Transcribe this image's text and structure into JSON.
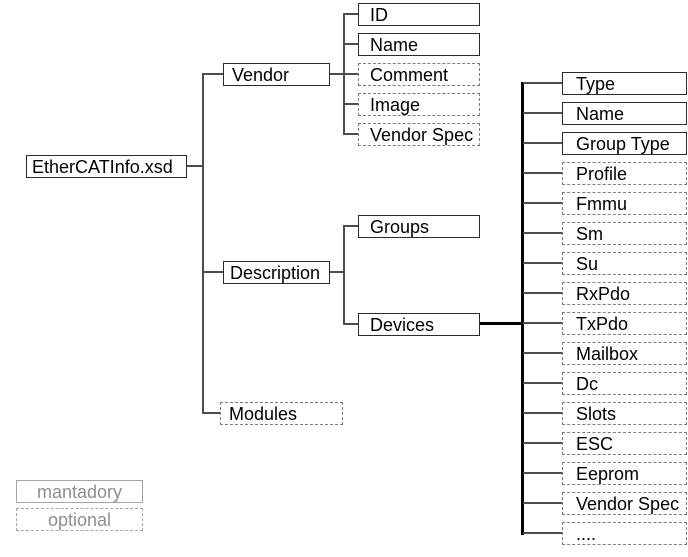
{
  "tree": {
    "root": {
      "label": "EtherCATInfo.xsd",
      "optional": false
    },
    "level1": [
      {
        "label": "Vendor",
        "optional": false
      },
      {
        "label": "Description",
        "optional": false
      },
      {
        "label": "Modules",
        "optional": true
      }
    ],
    "vendor_children": [
      {
        "label": "ID",
        "optional": false
      },
      {
        "label": "Name",
        "optional": false
      },
      {
        "label": "Comment",
        "optional": true
      },
      {
        "label": "Image",
        "optional": true
      },
      {
        "label": "Vendor Spec",
        "optional": true
      }
    ],
    "description_children": [
      {
        "label": "Groups",
        "optional": false
      },
      {
        "label": "Devices",
        "optional": false
      }
    ],
    "devices_children": [
      {
        "label": "Type",
        "optional": false
      },
      {
        "label": "Name",
        "optional": false
      },
      {
        "label": "Group Type",
        "optional": false
      },
      {
        "label": "Profile",
        "optional": true
      },
      {
        "label": "Fmmu",
        "optional": true
      },
      {
        "label": "Sm",
        "optional": true
      },
      {
        "label": "Su",
        "optional": true
      },
      {
        "label": "RxPdo",
        "optional": true
      },
      {
        "label": "TxPdo",
        "optional": true
      },
      {
        "label": "Mailbox",
        "optional": true
      },
      {
        "label": "Dc",
        "optional": true
      },
      {
        "label": "Slots",
        "optional": true
      },
      {
        "label": "ESC",
        "optional": true
      },
      {
        "label": "Eeprom",
        "optional": true
      },
      {
        "label": "Vendor Spec",
        "optional": true
      },
      {
        "label": "....",
        "optional": true
      }
    ]
  },
  "legend": {
    "mandatory_label": "mantadory",
    "optional_label": "optional"
  },
  "colors": {
    "background": "#ffffff",
    "mandatory_border": "#2b2b2b",
    "optional_border": "#7d7d7d",
    "connector": "#4d4d4d",
    "devices_trunk": "#000000",
    "legend_text": "#8f8f8f",
    "text": "#000000"
  }
}
